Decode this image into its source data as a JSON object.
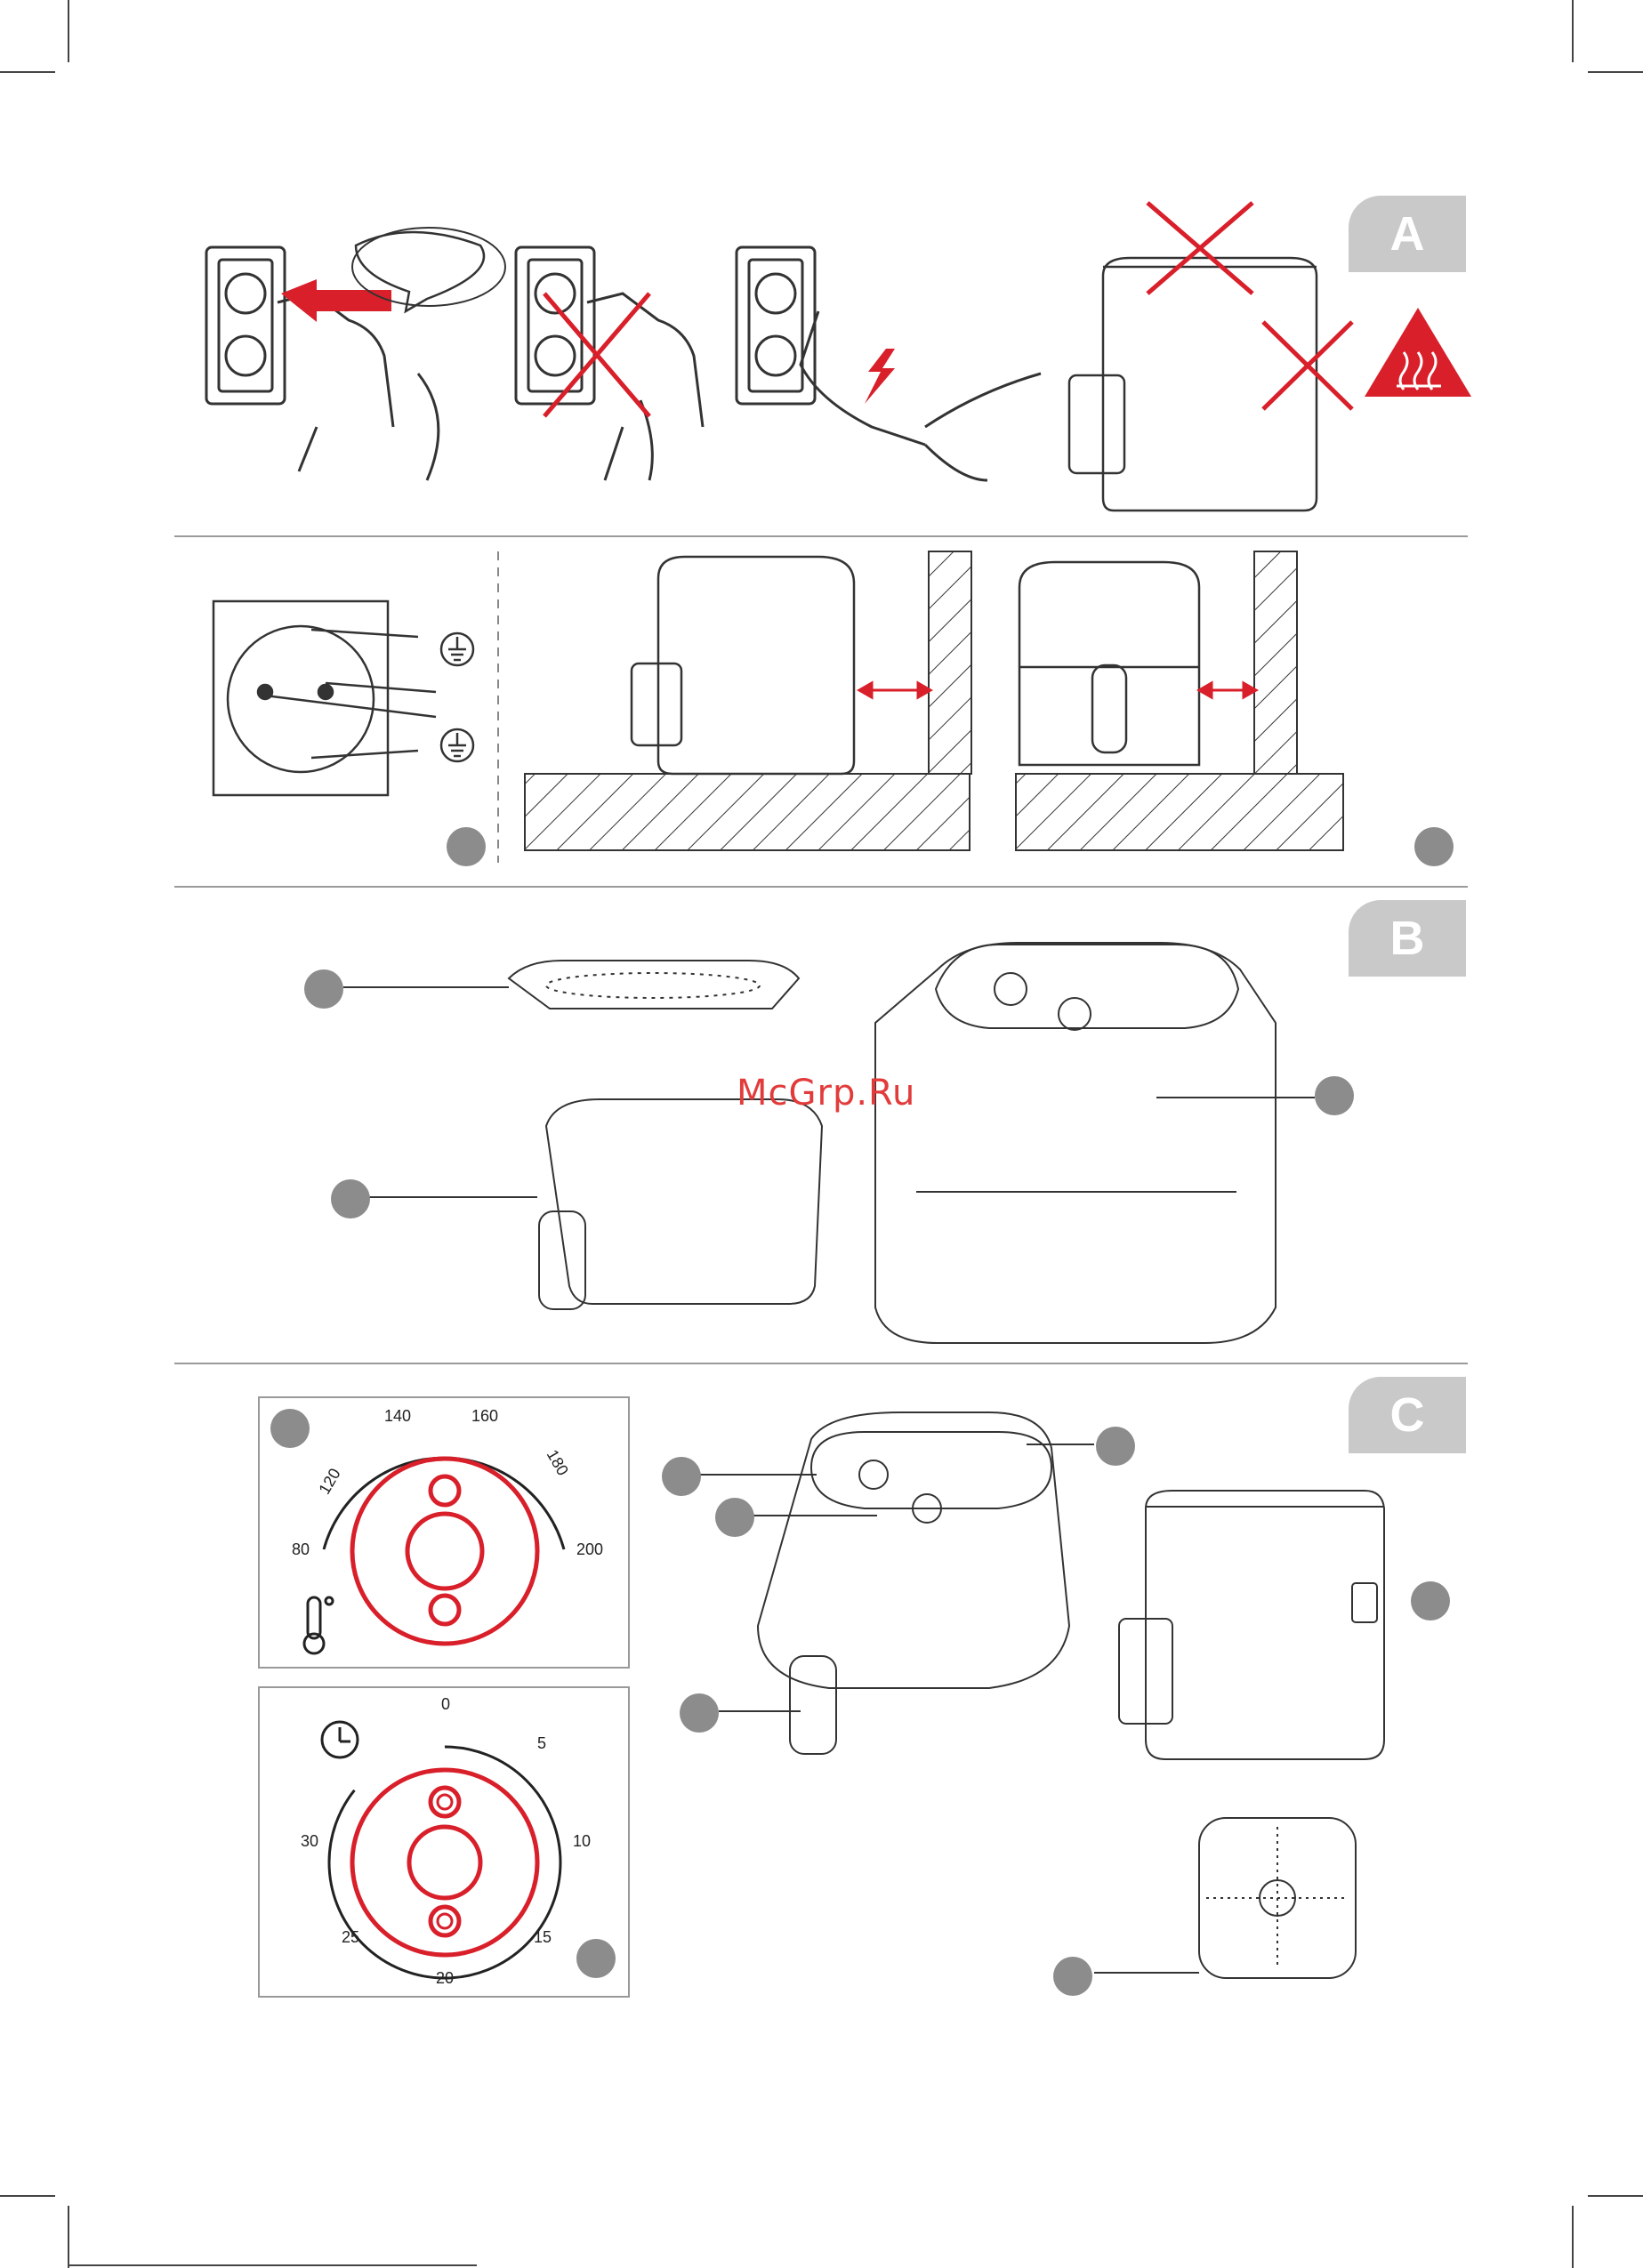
{
  "sections": {
    "a": {
      "label": "A"
    },
    "b": {
      "label": "B"
    },
    "c": {
      "label": "C"
    }
  },
  "watermark": "McGrp.Ru",
  "temperature_dial": {
    "ticks": [
      "80",
      "120",
      "140",
      "160",
      "180",
      "200"
    ]
  },
  "timer_dial": {
    "ticks": [
      "0",
      "5",
      "10",
      "15",
      "20",
      "25",
      "30"
    ]
  },
  "colors": {
    "accent": "#d81f2a",
    "tab_gray": "#c9c9c9",
    "callout_gray": "#8c8c8c",
    "line": "#333333"
  },
  "icons": [
    "thermometer-icon",
    "clock-icon",
    "hot-surface-warning-icon",
    "ground-symbol-icon"
  ]
}
